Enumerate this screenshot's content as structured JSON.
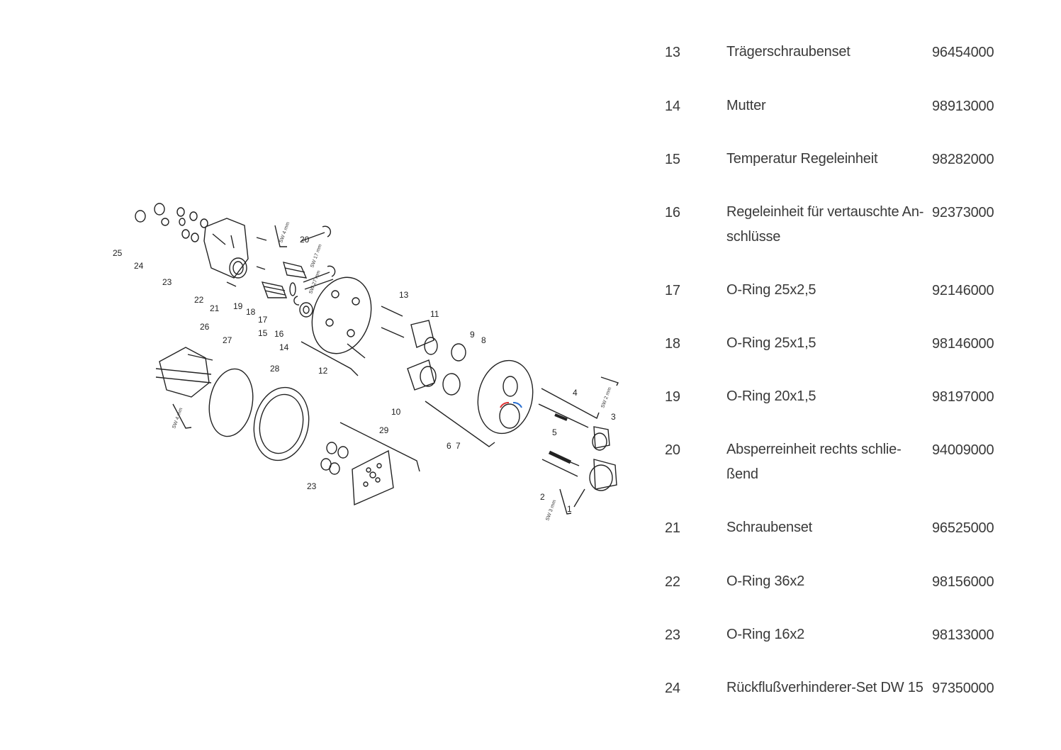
{
  "diagram": {
    "callouts": [
      "1",
      "2",
      "3",
      "4",
      "5",
      "6",
      "7",
      "8",
      "9",
      "10",
      "11",
      "12",
      "13",
      "14",
      "15",
      "16",
      "17",
      "18",
      "19",
      "20",
      "21",
      "22",
      "23",
      "24",
      "25",
      "26",
      "27",
      "28",
      "29"
    ],
    "tool_labels": [
      "SW 4 mm",
      "SW 17 mm",
      "SW 27 mm",
      "SW 2 mm",
      "SW 3 mm",
      "SW 4 mm"
    ]
  },
  "parts": [
    {
      "num": "13",
      "desc": "Trägerschraubenset",
      "code": "96454000"
    },
    {
      "num": "14",
      "desc": "Mutter",
      "code": "98913000"
    },
    {
      "num": "15",
      "desc": "Temperatur Regeleinheit",
      "code": "98282000"
    },
    {
      "num": "16",
      "desc": "Regeleinheit für vertauschte An-schlüsse",
      "code": "92373000"
    },
    {
      "num": "17",
      "desc": "O-Ring 25x2,5",
      "code": "92146000"
    },
    {
      "num": "18",
      "desc": "O-Ring 25x1,5",
      "code": "98146000"
    },
    {
      "num": "19",
      "desc": "O-Ring 20x1,5",
      "code": "98197000"
    },
    {
      "num": "20",
      "desc": "Absperreinheit rechts schlie-ßend",
      "code": "94009000"
    },
    {
      "num": "21",
      "desc": "Schraubenset",
      "code": "96525000"
    },
    {
      "num": "22",
      "desc": "O-Ring 36x2",
      "code": "98156000"
    },
    {
      "num": "23",
      "desc": "O-Ring 16x2",
      "code": "98133000"
    },
    {
      "num": "24",
      "desc": "Rückflußverhinderer-Set DW 15",
      "code": "97350000"
    }
  ]
}
